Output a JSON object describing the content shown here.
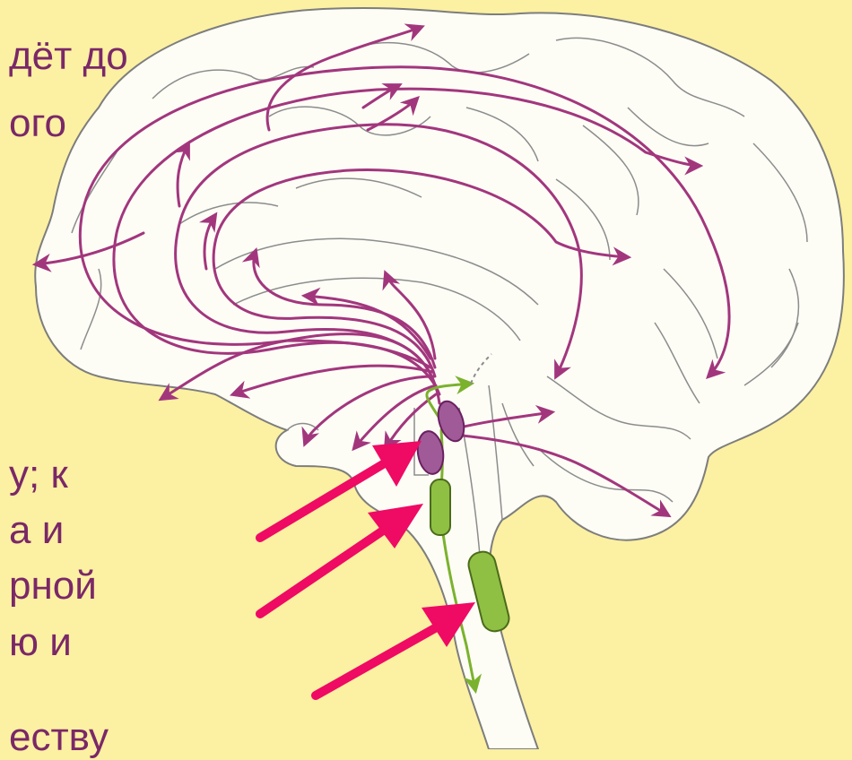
{
  "text_lines": {
    "t1": "дёт до",
    "t2": "ого",
    "t3": "у; к",
    "t4": "а и",
    "t5": "рной",
    "t6": "ю и",
    "t7": "еству"
  },
  "colors": {
    "background": "#fcf0a2",
    "text": "#7a2868",
    "brain_fill": "#fdfdf6",
    "brain_outline": "#7d7d7d",
    "serotonin_pathway": "#a2367d",
    "nucleus_purple": "#a05a98",
    "noradrenaline_pathway": "#7bb22d",
    "nucleus_green": "#8fc043",
    "pointer_arrow": "#ef0a63"
  }
}
